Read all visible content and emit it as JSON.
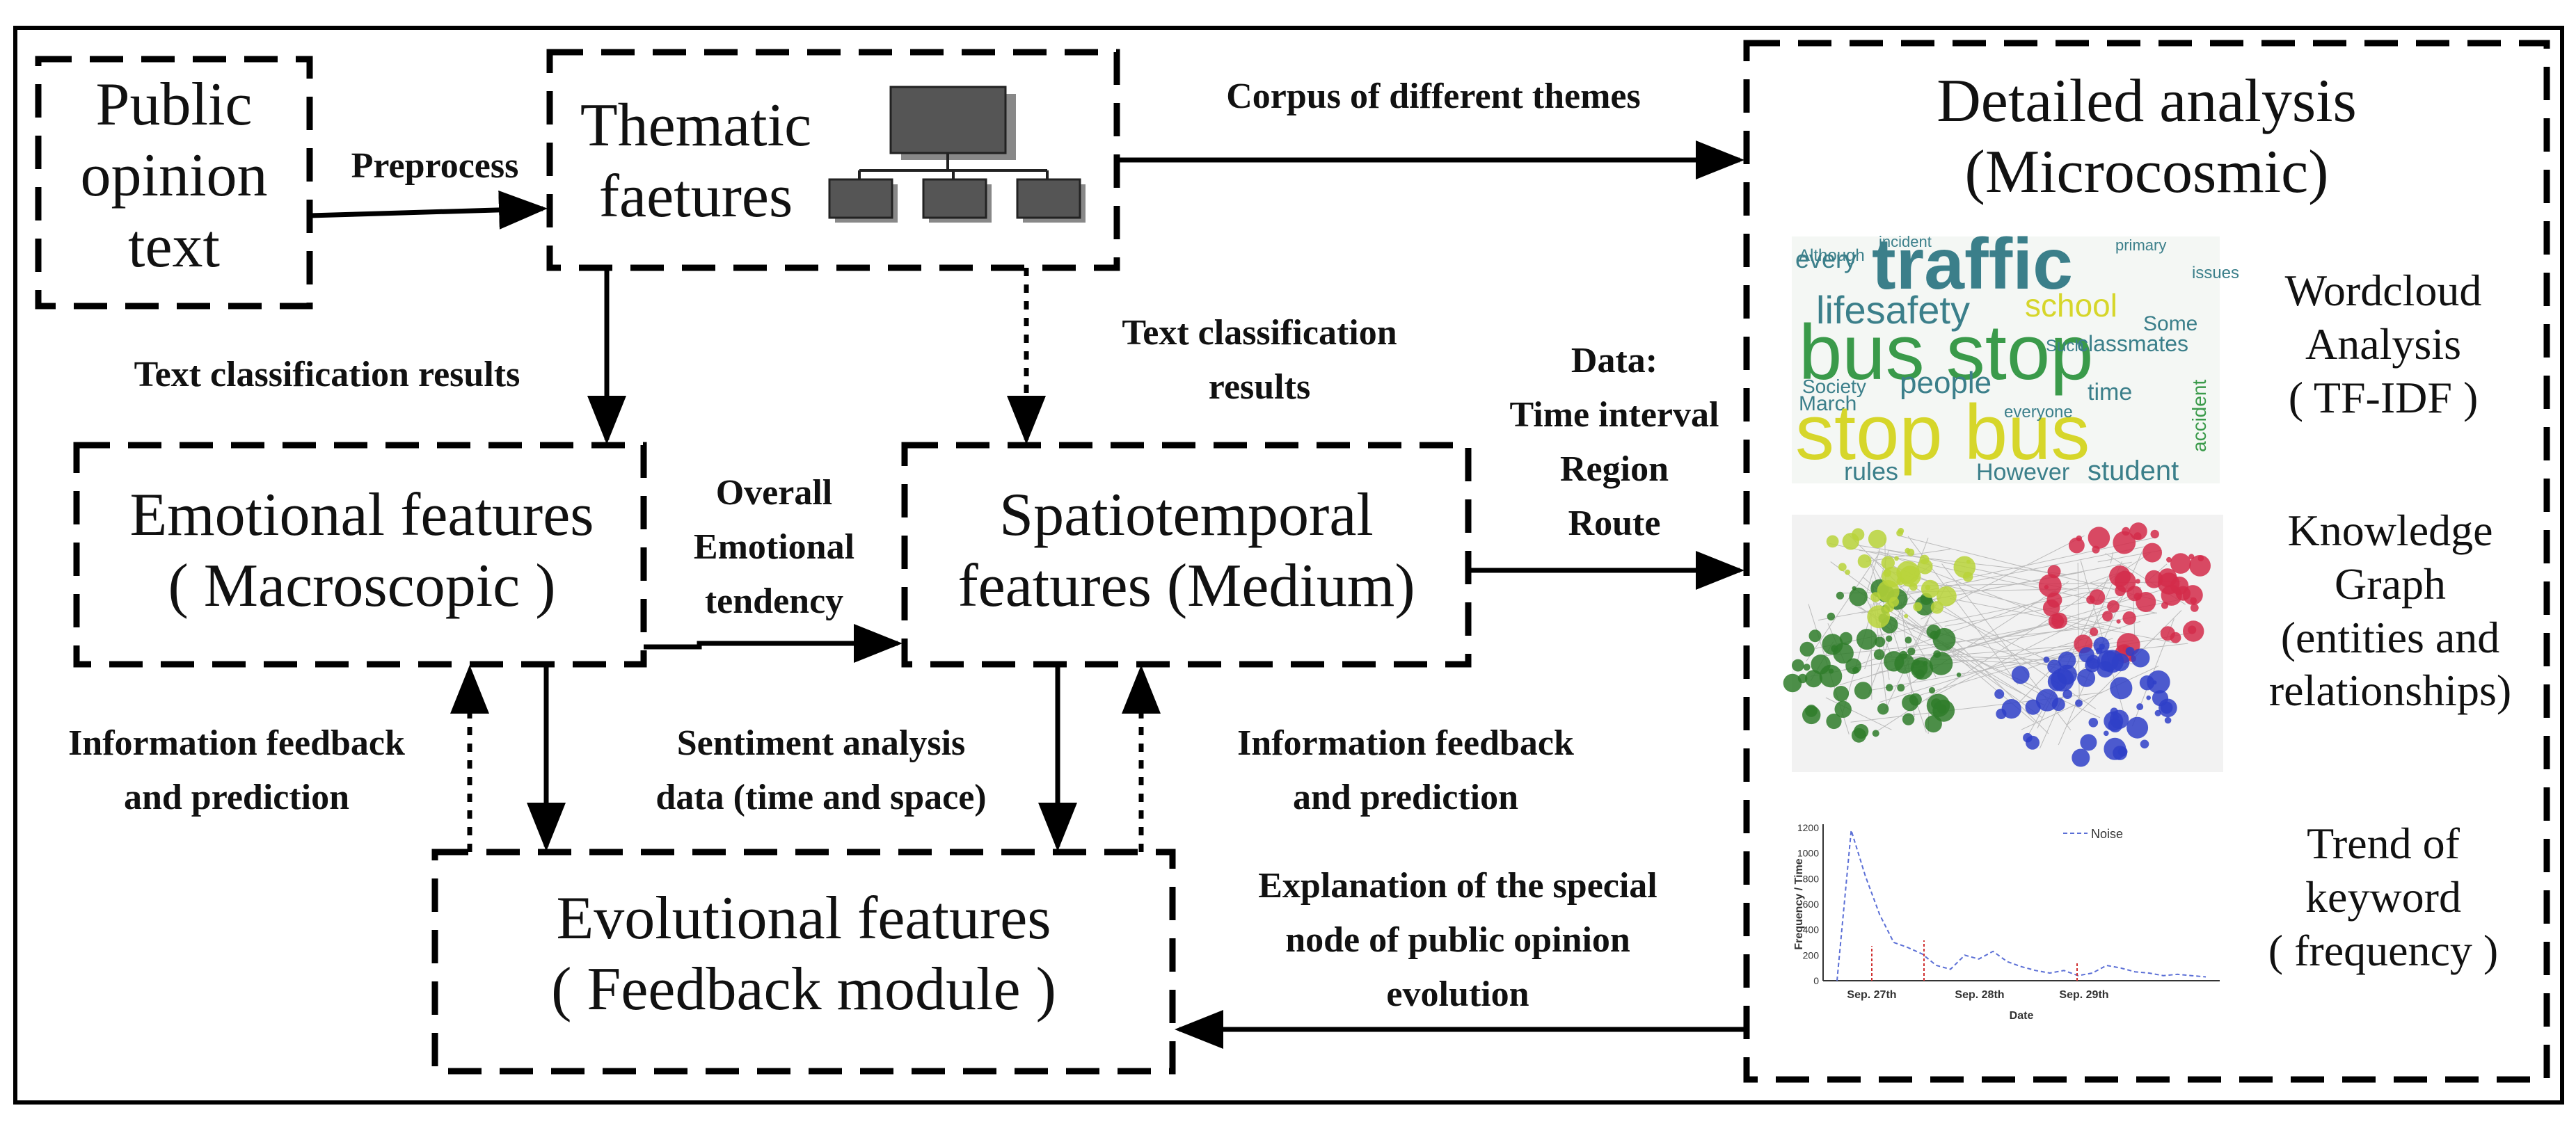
{
  "boxes": {
    "public_opinion": "Public\nopinion\ntext",
    "thematic": "Thematic\nfaetures",
    "emotional": "Emotional features\n( Macroscopic )",
    "spatiotemporal": "Spatiotemporal\nfeatures (Medium)",
    "evolutional": "Evolutional features\n( Feedback module )",
    "detailed": "Detailed analysis\n(Microcosmic)"
  },
  "arrows": {
    "preprocess": "Preprocess",
    "corpus": "Corpus of different themes",
    "text_class_left": "Text classification results",
    "text_class_mid": "Text classification\nresults",
    "data_labels": "Data:\nTime interval\nRegion\nRoute",
    "overall_emotional": "Overall\nEmotional\ntendency",
    "info_feedback_left": "Information feedback\nand prediction",
    "sentiment": "Sentiment analysis\ndata (time and space)",
    "info_feedback_right": "Information feedback\nand prediction",
    "explanation": "Explanation of the special\nnode of public opinion\nevolution"
  },
  "panels": {
    "wordcloud": "Wordcloud\nAnalysis\n( TF-IDF )",
    "knowledge": "Knowledge\nGraph\n(entities and\nrelationships)",
    "trend": "Trend of\nkeyword\n( frequency )"
  },
  "wordcloud_words": [
    "traffic",
    "bus stop",
    "lifesafety",
    "school",
    "stop bus",
    "people",
    "student",
    "rules",
    "However",
    "classmates",
    "every",
    "incident",
    "primary",
    "March",
    "Society",
    "accident",
    "time",
    "everyone",
    "Such",
    "Some",
    "issues",
    "Although"
  ],
  "trend_chart": {
    "legend": "Noise",
    "ylabel": "Frequency / Time",
    "xlabel": "Date",
    "y_ticks": [
      "1200",
      "1000",
      "800",
      "600",
      "400",
      "200",
      "0"
    ],
    "x_ticks": [
      "Sep. 27th",
      "Sep. 28th",
      "Sep. 29th"
    ],
    "values": [
      0,
      1180,
      820,
      520,
      300,
      260,
      210,
      120,
      90,
      200,
      170,
      230,
      150,
      110,
      80,
      60,
      80,
      40,
      60,
      120,
      100,
      70,
      60,
      40,
      50,
      40,
      30
    ]
  },
  "colors": {
    "line": "#000000",
    "wordcloud_green": "#3a9a4a",
    "wordcloud_teal": "#3b7f8a",
    "wordcloud_yellow": "#d6d62a",
    "kg_green": "#2f7d2a",
    "kg_red": "#d42c4a",
    "kg_blue": "#2f3fc8",
    "kg_yellowgreen": "#b9d33a",
    "trend_line": "#5b6fd6",
    "trend_marker": "#d03030"
  }
}
